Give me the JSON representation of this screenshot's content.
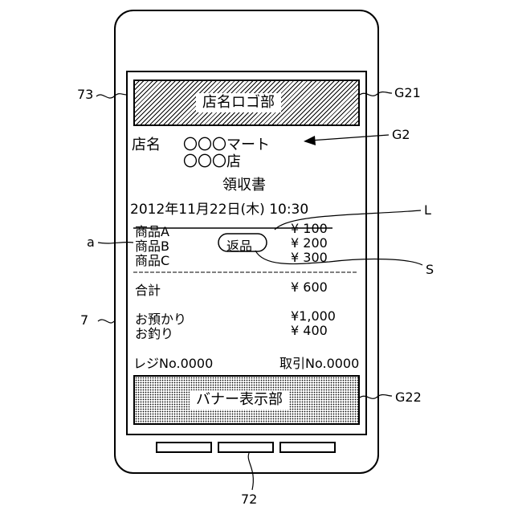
{
  "refs": {
    "device": "7",
    "screen": "73",
    "buttons": "72",
    "logo_area": "G21",
    "receipt_image": "G2",
    "banner_area": "G22",
    "strike_line": "L",
    "stamp": "S",
    "item_marker": "a"
  },
  "logo": {
    "label": "店名ロゴ部"
  },
  "banner": {
    "label": "バナー表示部"
  },
  "receipt": {
    "store_label": "店名",
    "store_name_line1": "〇〇〇マート",
    "store_name_line2": "〇〇〇店",
    "title": "領収書",
    "datetime": "2012年11月22日(木) 10:30",
    "items": [
      {
        "name": "商品A",
        "price": "¥ 100"
      },
      {
        "name": "商品B",
        "price": "¥ 200"
      },
      {
        "name": "商品C",
        "price": "¥ 300"
      }
    ],
    "return_stamp": "返品",
    "total_label": "合計",
    "total_value": "¥ 600",
    "deposit_label": "お預かり",
    "deposit_value": "¥1,000",
    "change_label": "お釣り",
    "change_value": "¥ 400",
    "register": "レジNo.0000",
    "transaction": "取引No.0000"
  }
}
